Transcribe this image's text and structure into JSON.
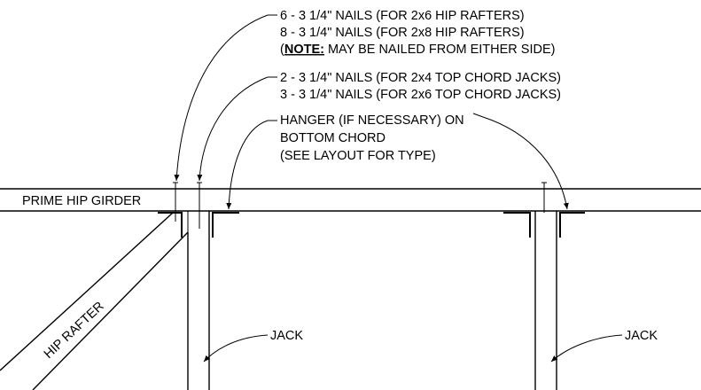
{
  "notes": {
    "nails_hip": {
      "line1": "6 - 3 1/4\" NAILS (FOR 2x6 HIP RAFTERS)",
      "line2": "8 - 3 1/4\" NAILS (FOR 2x8 HIP RAFTERS)",
      "line3_open": "(",
      "line3_emph": "NOTE:",
      "line3_rest": " MAY BE NAILED FROM EITHER SIDE)"
    },
    "nails_jack": {
      "line1": "2 - 3 1/4\" NAILS (FOR 2x4 TOP CHORD JACKS)",
      "line2": "3 - 3 1/4\" NAILS (FOR 2x6 TOP CHORD JACKS)"
    },
    "hanger": {
      "line1": "HANGER (IF NECESSARY) ON",
      "line2": "BOTTOM CHORD",
      "line3": "(SEE LAYOUT FOR TYPE)"
    }
  },
  "labels": {
    "girder": "PRIME HIP GIRDER",
    "hip_rafter": "HIP RAFTER",
    "jack_left": "JACK",
    "jack_right": "JACK"
  }
}
